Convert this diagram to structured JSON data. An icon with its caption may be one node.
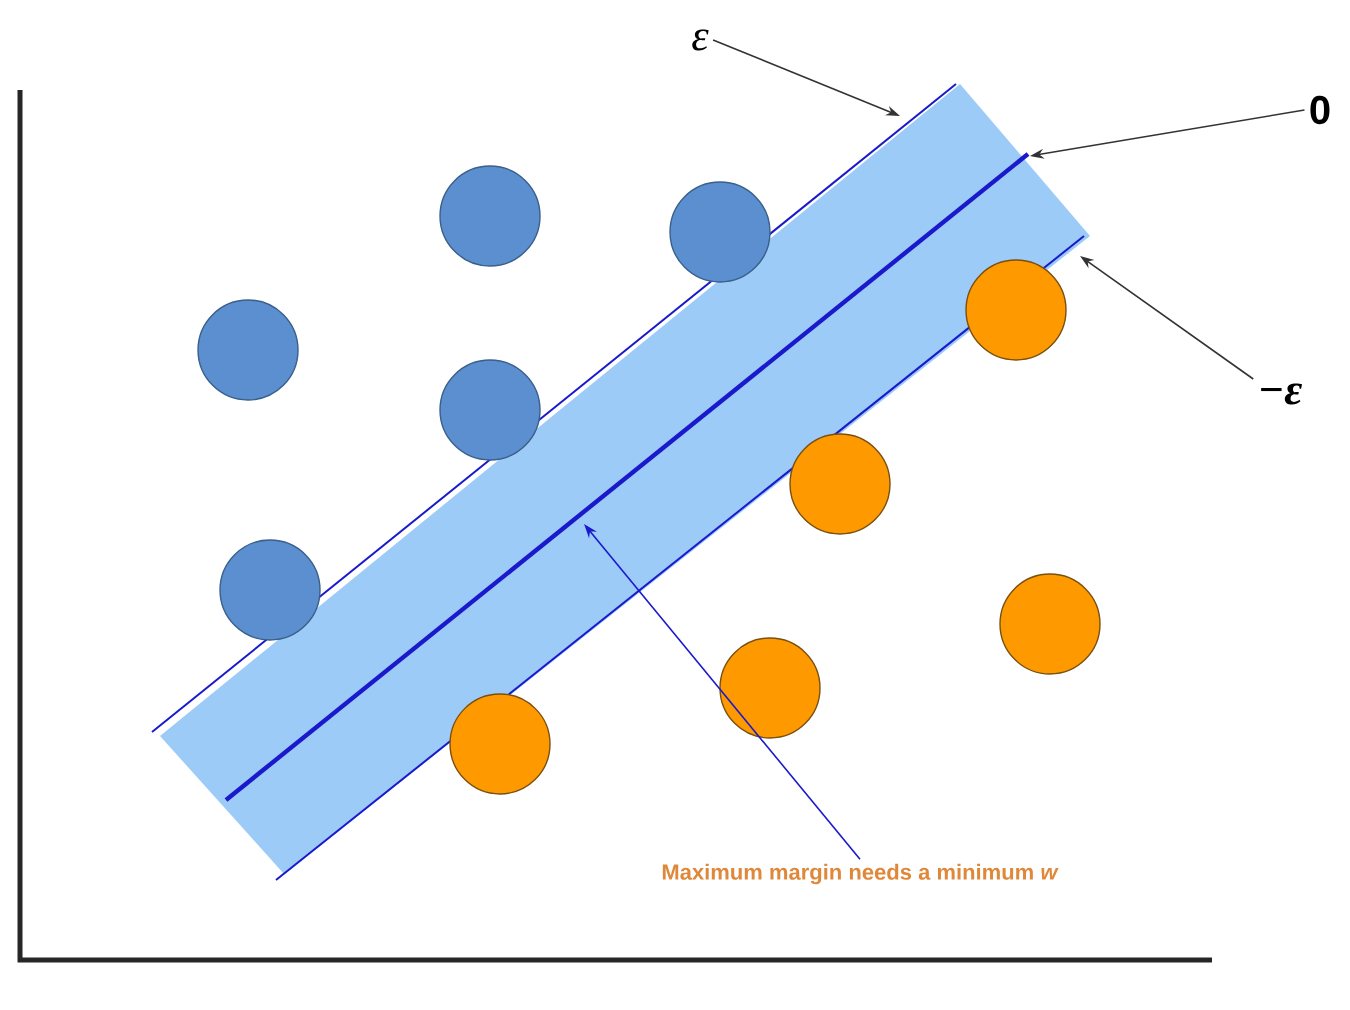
{
  "diagram": {
    "nodes": [
      {
        "text": [
          "ε"
        ]
      },
      {
        "text": [
          "0"
        ]
      },
      {
        "text": [
          "−ε"
        ]
      },
      {
        "text": [
          "Maximum margin needs a minimum *w*"
        ]
      }
    ],
    "edges": [
      {
        "from": 0,
        "to": null,
        "arrow": "to"
      },
      {
        "from": 1,
        "to": null,
        "arrow": "to"
      },
      {
        "from": 2,
        "to": null,
        "arrow": "to"
      },
      {
        "from": 3,
        "to": null,
        "arrow": "to",
        "color": "#1a1acc"
      }
    ]
  }
}
